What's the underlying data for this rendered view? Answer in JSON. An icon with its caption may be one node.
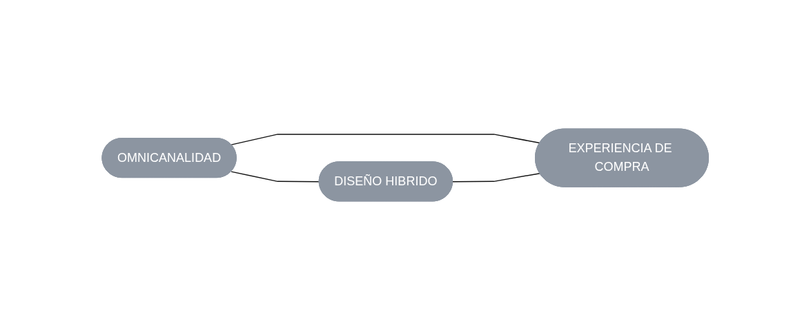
{
  "diagram": {
    "nodes": [
      {
        "text": [
          "OMNICANALIDAD"
        ]
      },
      {
        "text": [
          "DISEÑO HIBRIDO"
        ]
      },
      {
        "text": [
          "EXPERIENCIA DE COMPRA"
        ]
      }
    ],
    "edges": [
      {
        "from": 0,
        "to": 1,
        "arrow": "none"
      },
      {
        "from": 0,
        "to": 2,
        "arrow": "none"
      },
      {
        "from": 1,
        "to": 2,
        "arrow": "none"
      }
    ]
  }
}
